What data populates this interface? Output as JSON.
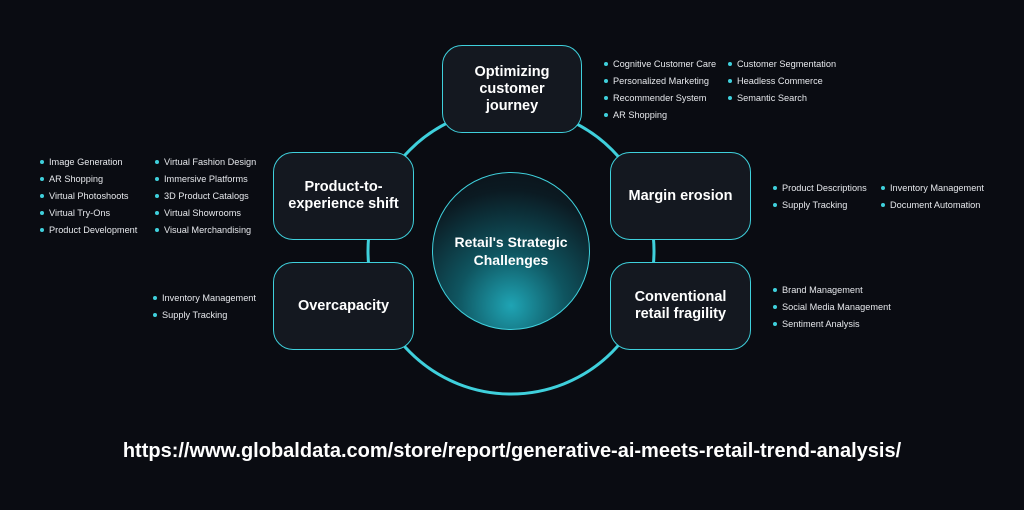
{
  "center": {
    "label": "Retail's Strategic Challenges"
  },
  "nodes": {
    "optimizing": "Optimizing customer journey",
    "margin": "Margin erosion",
    "conventional": "Conventional retail fragility",
    "overcapacity": "Overcapacity",
    "product_shift": "Product-to-experience shift"
  },
  "lists": {
    "optimizing_a": [
      "Cognitive Customer Care",
      "Personalized Marketing",
      "Recommender System",
      "AR Shopping"
    ],
    "optimizing_b": [
      "Customer Segmentation",
      "Headless Commerce",
      "Semantic Search"
    ],
    "margin_a": [
      "Product Descriptions",
      "Supply Tracking"
    ],
    "margin_b": [
      "Inventory Management",
      "Document Automation"
    ],
    "conventional": [
      "Brand Management",
      "Social Media Management",
      "Sentiment Analysis"
    ],
    "overcapacity": [
      "Inventory Management",
      "Supply Tracking"
    ],
    "product_a": [
      "Image Generation",
      "AR Shopping",
      "Virtual Photoshoots",
      "Virtual Try-Ons",
      "Product Development"
    ],
    "product_b": [
      "Virtual Fashion Design",
      "Immersive Platforms",
      "3D Product Catalogs",
      "Virtual Showrooms",
      "Visual Merchandising"
    ]
  },
  "footer": {
    "url": "https://www.globaldata.com/store/report/generative-ai-meets-retail-trend-analysis/"
  },
  "colors": {
    "background": "#0a0c12",
    "accent": "#3fd0dc",
    "node_fill": "#141820"
  }
}
